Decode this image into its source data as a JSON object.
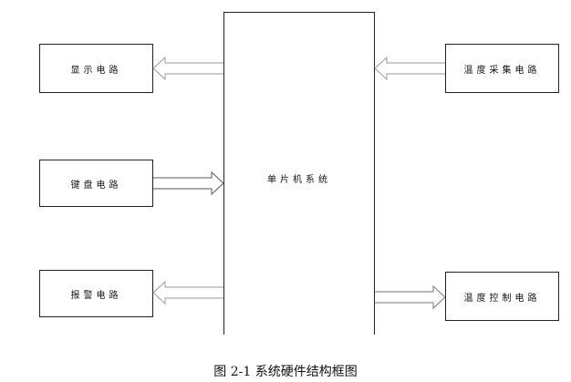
{
  "nodes": {
    "mcu": "单片机系统",
    "display": "显示电路",
    "keyboard": "键盘电路",
    "alarm": "报警电路",
    "temp_acquisition": "温度采集电路",
    "temp_control": "温度控制电路"
  },
  "caption": "图 2-1 系统硬件结构框图",
  "edges": [
    {
      "from": "mcu",
      "to": "display"
    },
    {
      "from": "keyboard",
      "to": "mcu"
    },
    {
      "from": "mcu",
      "to": "alarm"
    },
    {
      "from": "temp_acquisition",
      "to": "mcu"
    },
    {
      "from": "mcu",
      "to": "temp_control"
    }
  ],
  "colors": {
    "stroke": "#222222",
    "arrow_fill": "#ffffff",
    "arrow_stroke": "#9a9a9a"
  }
}
